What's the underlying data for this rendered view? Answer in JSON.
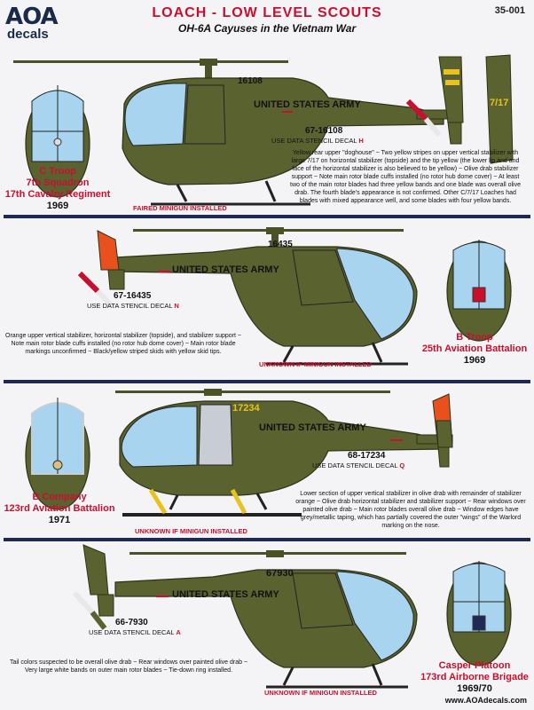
{
  "header": {
    "logo_main": "AOA",
    "logo_sub": "decals",
    "title": "LOACH - LOW LEVEL SCOUTS",
    "subtitle": "OH-6A Cayuses in the Vietnam War",
    "sheet_number": "35-001"
  },
  "colors": {
    "olive_drab": "#5a6330",
    "window_blue": "#a8d4ef",
    "accent_red": "#c8102e",
    "orange": "#e8501e",
    "yellow": "#e8c21e",
    "navy": "#1e2a55"
  },
  "profiles": [
    {
      "nose_code": "16108",
      "fuselage_text": "UNITED STATES ARMY",
      "serial": "67-16108",
      "stencil_prefix": "USE DATA STENCIL DECAL",
      "stencil_letter": "H",
      "tail_text": "7/17",
      "unit_lines": [
        "C Troop",
        "7th Squadron",
        "17th Cavalry Regiment"
      ],
      "year": "1969",
      "minigun": "FAIRED MINIGUN INSTALLED",
      "note": "Yellow rear upper \"doghouse\"  ~  Two yellow stripes on upper vertical stabilizer with large 7/17 on horizontal stabilizer (topside) and the tip yellow (the lower lip and and face of the horizontal stabilizer is also believed to be yellow)  ~  Olive drab stabilizer support  ~  Note main rotor blade cuffs installed (no rotor hub dome cover)  ~  At least two of the main rotor blades had three yellow bands and one blade was overall olive drab. The fourth blade's appearance is not confirmed. Other C/7/17 Loaches had blades with mixed appearance well, and some blades with four yellow bands."
    },
    {
      "nose_code": "16435",
      "fuselage_text": "UNITED STATES ARMY",
      "serial": "67-16435",
      "stencil_prefix": "USE DATA STENCIL DECAL",
      "stencil_letter": "N",
      "unit_lines": [
        "B Troop",
        "25th Aviation Battalion"
      ],
      "year": "1969",
      "minigun": "UNKNOWN IF MINIGUN INSTALLED",
      "note": "Orange upper vertical stabilizer, horizontal stabilizer (topside), and stabilizer support  ~  Note main rotor blade cuffs installed (no rotor hub dome cover)  ~  Main rotor blade markings unconfirmed  ~  Black/yellow striped skids with yellow skid tips."
    },
    {
      "nose_code": "17234",
      "fuselage_text": "UNITED STATES ARMY",
      "serial": "68-17234",
      "stencil_prefix": "USE DATA STENCIL DECAL",
      "stencil_letter": "Q",
      "unit_lines": [
        "B Company",
        "123rd Aviation Battalion"
      ],
      "year": "1971",
      "minigun": "UNKNOWN IF MINIGUN INSTALLED",
      "note": "Lower section of upper vertical stabilizer in olive drab with remainder of stabilizer orange  ~  Olive drab horizontal stabilizer and stabilizer support  ~  Rear windows over painted olive drab  ~  Main rotor blades overall olive drab  ~  Window edges have grey/metallic taping, which has partially covered the outer \"wings\" of the Warlord marking on the nose."
    },
    {
      "nose_code": "67930",
      "fuselage_text": "UNITED STATES ARMY",
      "serial": "66-7930",
      "stencil_prefix": "USE DATA STENCIL DECAL",
      "stencil_letter": "A",
      "unit_lines": [
        "Casper Platoon",
        "173rd Airborne Brigade"
      ],
      "year": "1969/70",
      "minigun": "UNKNOWN IF MINIGUN INSTALLED",
      "note": "Tail colors suspected to be overall olive drab  ~  Rear windows over painted olive drab  ~  Very large white bands on outer main rotor blades  ~  Tie-down ring installed."
    }
  ],
  "footer": {
    "url": "www.AOAdecals.com"
  }
}
